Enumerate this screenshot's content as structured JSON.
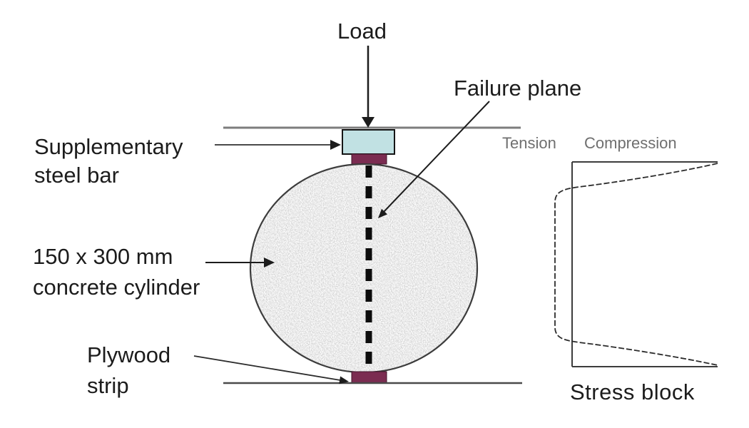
{
  "labels": {
    "load": "Load",
    "failure_plane": "Failure plane",
    "supplementary_steel_bar_line1": "Supplementary",
    "supplementary_steel_bar_line2": "steel bar",
    "concrete_cylinder_line1": "150 x 300 mm",
    "concrete_cylinder_line2": "concrete cylinder",
    "plywood_strip_line1": "Plywood",
    "plywood_strip_line2": "strip",
    "tension": "Tension",
    "compression": "Compression",
    "stress_block": "Stress block"
  },
  "colors": {
    "steel_bar_fill": "#c1e1e3",
    "steel_bar_border": "#151515",
    "plywood_fill": "#7b2c51",
    "plywood_border": "#41162b",
    "platen_line_gray": "#7d7d7d",
    "base_line": "#4a4a4a",
    "leader_line": "#4a4a4a",
    "diagram_ink": "#2b2b2b",
    "cylinder_outline": "#3c3c3c",
    "gray_label_text": "#6f6f6f",
    "text": "#1c1c1c"
  }
}
